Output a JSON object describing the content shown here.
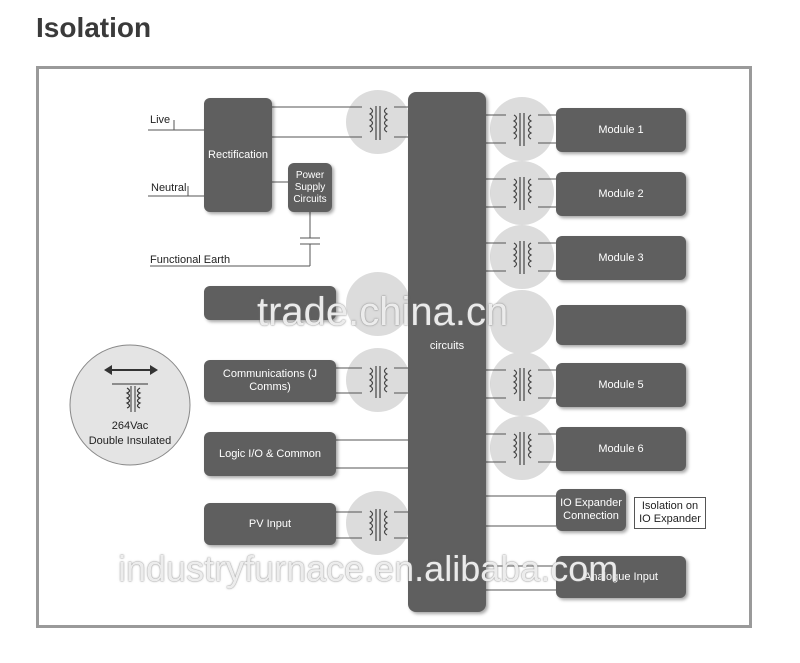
{
  "title": "Isolation",
  "inputs": {
    "live": "Live",
    "neutral": "Neutral",
    "functional_earth": "Functional Earth"
  },
  "blocks": {
    "rectification": "Rectification",
    "power_supply": "Power Supply Circuits",
    "hidden_block": "",
    "communications": "Communications (J Comms)",
    "logic_io": "Logic I/O & Common",
    "pv_input": "PV Input",
    "central": "circuits",
    "io_expander": "IO Expander Connection",
    "analogue_input": "Analogue Input"
  },
  "modules": [
    "Module 1",
    "Module 2",
    "Module 3",
    "",
    "Module 5",
    "Module 6"
  ],
  "legend": {
    "rating": "264Vac",
    "insulation": "Double Insulated"
  },
  "note": "Isolation on IO Expander",
  "watermarks": {
    "top": "trade.china.cn",
    "bottom": "industryfurnace.en.alibaba.com"
  },
  "colors": {
    "block": "#5f5f5f",
    "frame": "#9a9a9a",
    "halo": "#dcdcdc"
  }
}
